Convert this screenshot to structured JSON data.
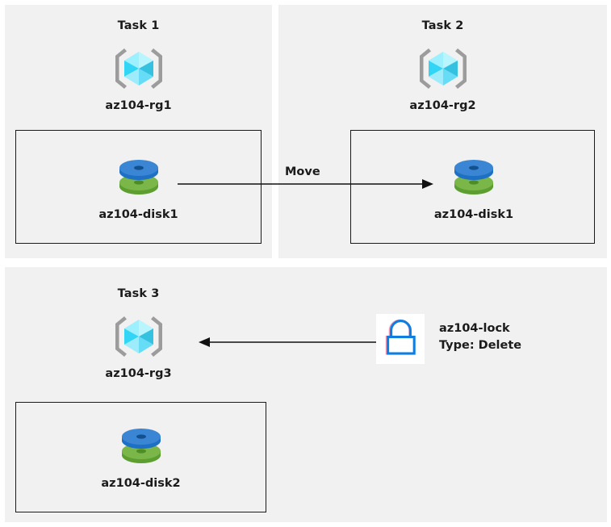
{
  "diagram": {
    "background": "#ffffff",
    "panel_bg": "#f1f1f1",
    "box_border": "#1a1a1a",
    "text_color": "#1b1b1b",
    "accent_cube": "#50e6ff",
    "accent_disk_blue": "#3a86d4",
    "accent_disk_green": "#7ab648",
    "accent_lock": "#0f7ee0"
  },
  "panels": [
    {
      "id": "task1",
      "title": "Task 1",
      "resource_group": {
        "label": "az104-rg1",
        "icon": "resource-group-cube-icon"
      },
      "resource": {
        "label": "az104-disk1",
        "icon": "managed-disk-icon"
      }
    },
    {
      "id": "task2",
      "title": "Task 2",
      "resource_group": {
        "label": "az104-rg2",
        "icon": "resource-group-cube-icon"
      },
      "resource": {
        "label": "az104-disk1",
        "icon": "managed-disk-icon"
      }
    },
    {
      "id": "task3",
      "title": "Task 3",
      "resource_group": {
        "label": "az104-rg3",
        "icon": "resource-group-cube-icon"
      },
      "resource": {
        "label": "az104-disk2",
        "icon": "managed-disk-icon"
      }
    }
  ],
  "connectors": {
    "move": {
      "label": "Move",
      "direction": "right",
      "from": "az104-disk1 in az104-rg1",
      "to": "az104-rg2"
    },
    "lock_apply": {
      "label": "",
      "direction": "left",
      "from": "az104-lock",
      "to": "az104-rg3"
    }
  },
  "lock": {
    "icon": "padlock-icon",
    "name": "az104-lock",
    "type_line": "Type: Delete"
  }
}
